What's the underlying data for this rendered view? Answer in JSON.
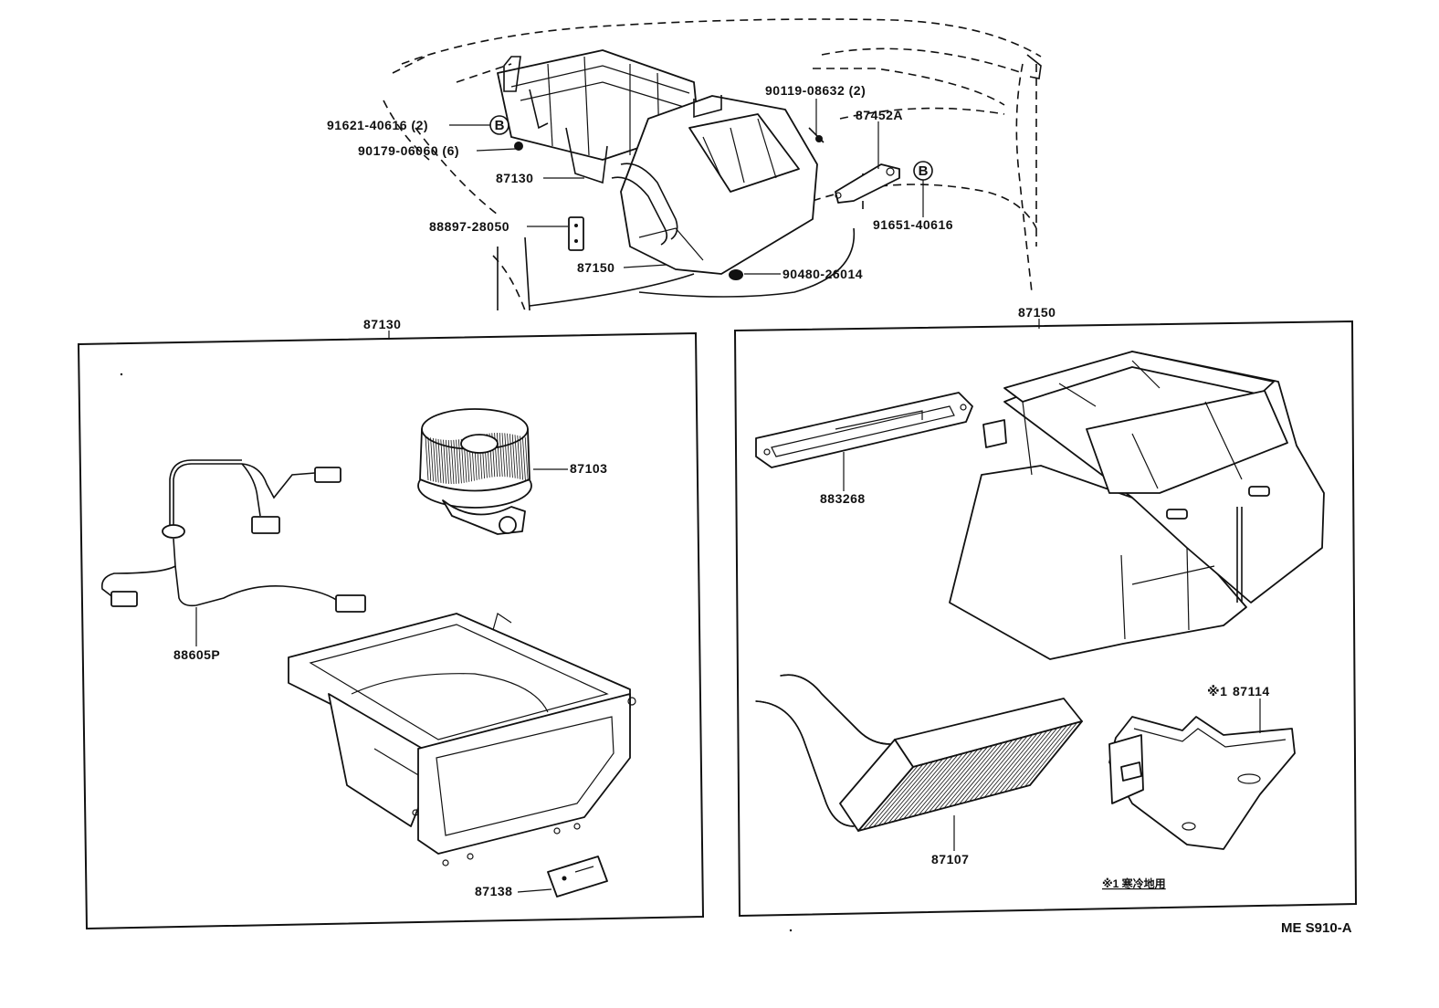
{
  "callouts": {
    "c91621": "91621-40616 (2)",
    "c90179": "90179-06060 (6)",
    "c87130_top": "87130",
    "c88897": "88897-28050",
    "c87150_top": "87150",
    "c90119": "90119-08632 (2)",
    "c87452": "87452A",
    "c91651": "91651-40616",
    "c90480": "90480-26014",
    "marker_b": "B"
  },
  "left_panel": {
    "title": "87130",
    "blower": "87103",
    "harness": "88605P",
    "resistor": "87138"
  },
  "right_panel": {
    "title": "87150",
    "servo": "883268",
    "core": "87107",
    "cover": "87114",
    "cover_mark": "※1",
    "note": "※1 寒冷地用"
  },
  "drawing_code": "ME S910-A"
}
